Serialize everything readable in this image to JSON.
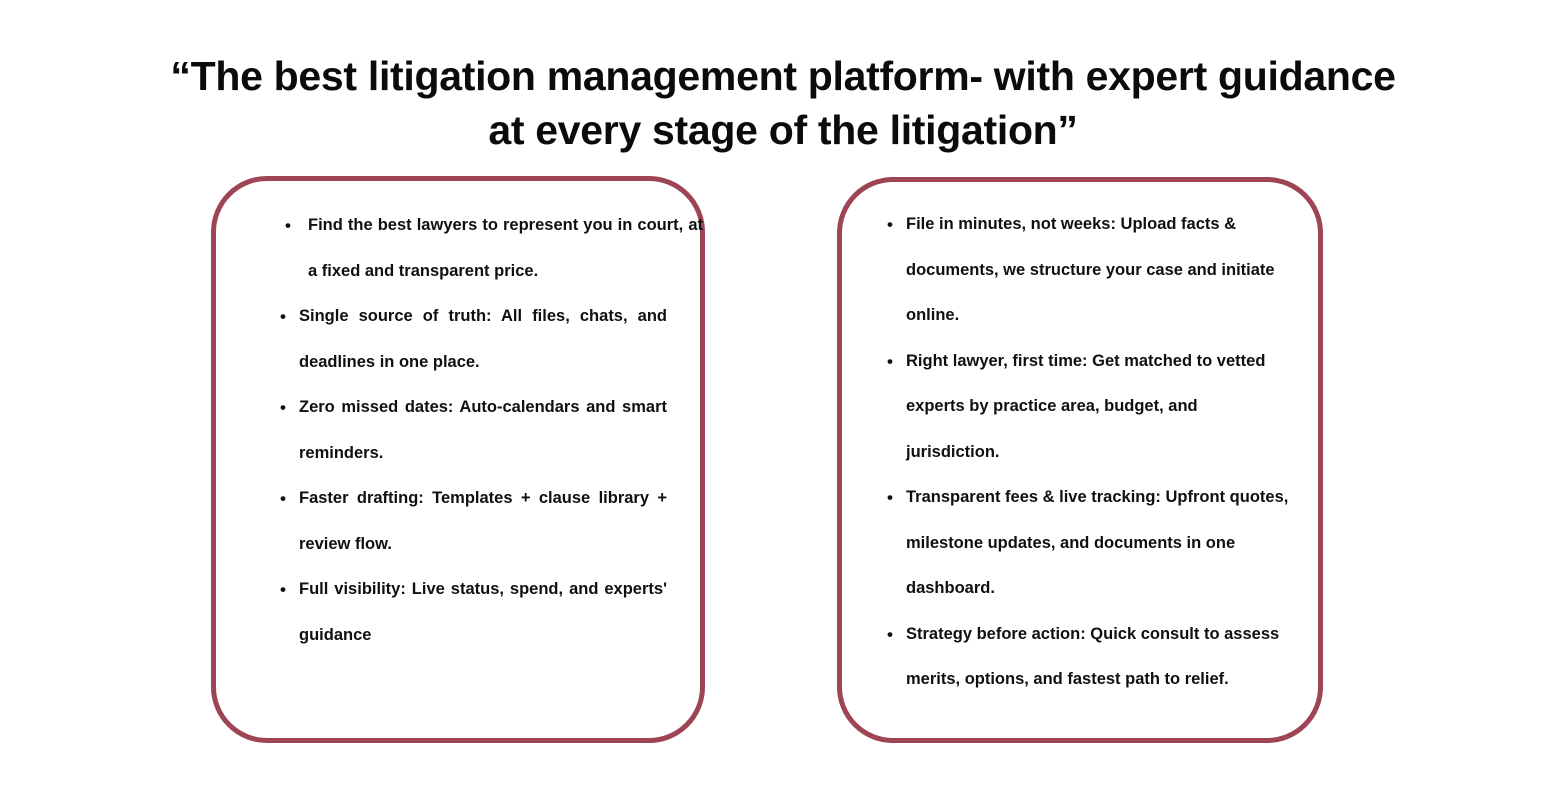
{
  "page": {
    "background_color": "#ffffff",
    "text_color": "#101010"
  },
  "headline": {
    "text": "“The best litigation management platform- with expert guidance at every stage of the litigation”"
  },
  "cards": {
    "border_color": "#9d4455",
    "left": {
      "bullets": [
        "Find the best lawyers to represent you in court, at a fixed and transparent price.",
        "Single source of truth: All files, chats, and deadlines in one place.",
        "Zero missed dates: Auto-calendars and smart reminders.",
        "Faster drafting: Templates + clause library + review flow.",
        "Full visibility: Live status, spend, and experts' guidance"
      ]
    },
    "right": {
      "bullets": [
        "File in minutes, not weeks: Upload facts & documents, we structure your case and initiate online.",
        "Right lawyer, first time: Get matched to vetted experts by practice area, budget, and jurisdiction.",
        "Transparent fees & live tracking: Upfront quotes, milestone updates, and documents in one dashboard.",
        "Strategy before action: Quick consult to assess merits, options, and fastest path to relief."
      ]
    }
  }
}
